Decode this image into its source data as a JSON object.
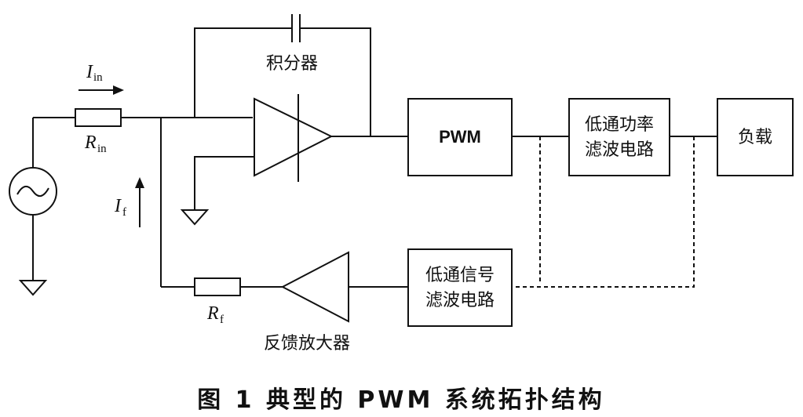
{
  "integrator_label": "积分器",
  "pwm_label": "PWM",
  "lowpass_power_filter": {
    "line1": "低通功率",
    "line2": "滤波电路"
  },
  "load_label": "负载",
  "lowpass_signal_filter": {
    "line1": "低通信号",
    "line2": "滤波电路"
  },
  "feedback_amp_label": "反馈放大器",
  "current_in": {
    "symbol": "I",
    "subscript": "in"
  },
  "resistor_in": {
    "symbol": "R",
    "subscript": "in"
  },
  "current_f": {
    "symbol": "I",
    "subscript": "f"
  },
  "resistor_f": {
    "symbol": "R",
    "subscript": "f"
  },
  "caption": "图 1   典型的 PWM 系统拓扑结构"
}
